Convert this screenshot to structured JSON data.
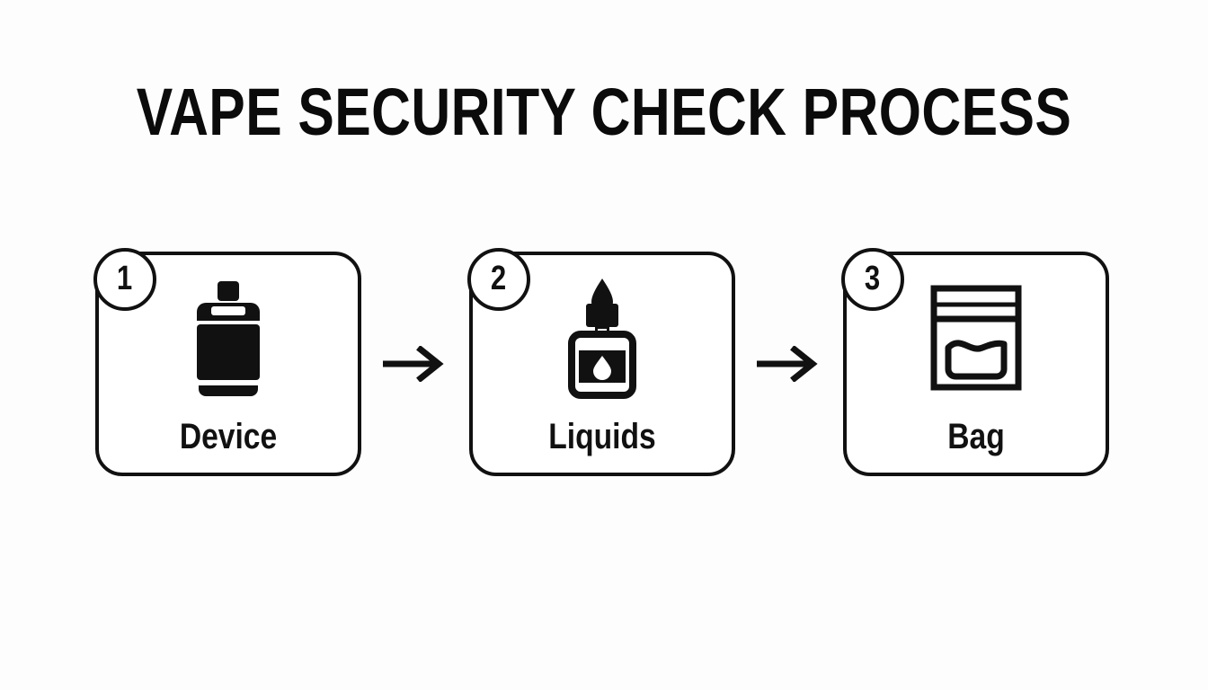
{
  "page": {
    "title": "VAPE SECURITY CHECK PROCESS",
    "background_color": "#fdfdfe",
    "ink_color": "#111111",
    "style": "black-and-white line infographic"
  },
  "flow": {
    "arrow_symbol": "right-arrow",
    "steps": [
      {
        "number": "1",
        "label": "Device",
        "icon": "vape-device-icon"
      },
      {
        "number": "2",
        "label": "Liquids",
        "icon": "eliquid-dropper-bottle-icon"
      },
      {
        "number": "3",
        "label": "Bag",
        "icon": "ziplock-bag-icon"
      }
    ],
    "arrows": [
      {
        "from": "1",
        "to": "2"
      },
      {
        "from": "2",
        "to": "3"
      }
    ]
  }
}
